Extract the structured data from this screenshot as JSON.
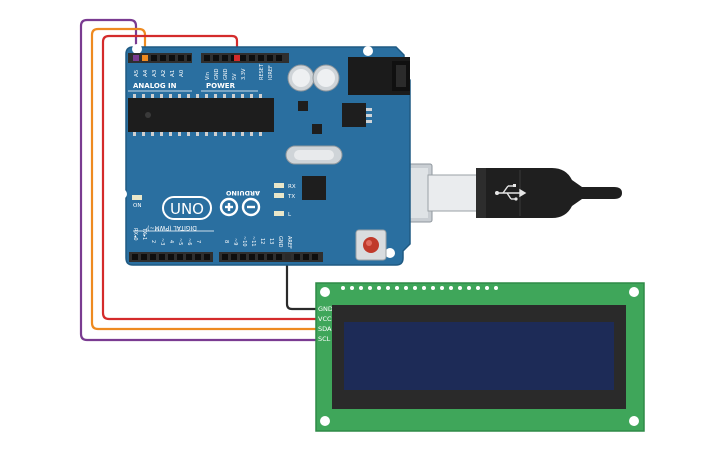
{
  "board": {
    "brand": "ARDUINO",
    "logo": "UNO",
    "on_label": "ON",
    "analog_title": "ANALOG IN",
    "power_title": "POWER",
    "digital_title": "DIGITAL (PWM~)",
    "analog_pins": [
      "A5",
      "A4",
      "A3",
      "A2",
      "A1",
      "A0"
    ],
    "power_pins": [
      "Vin",
      "GND",
      "GND",
      "5V",
      "3.3V",
      "RESET",
      "IOREF"
    ],
    "led_labels": [
      "RX",
      "TX",
      "L"
    ],
    "digital_pins_left": [
      "RX◂0",
      "TX▸1",
      "2",
      "~3",
      "4",
      "~5",
      "~6",
      "7"
    ],
    "digital_pins_right": [
      "8",
      "~9",
      "~10",
      "~11",
      "12",
      "13",
      "GND",
      "AREF"
    ]
  },
  "lcd": {
    "pins": [
      "GND",
      "VCC",
      "SDA",
      "SCL"
    ]
  },
  "colors": {
    "board": "#2a6fa0",
    "lcd_pcb": "#3fa65a",
    "lcd_screen": "#1d2b57",
    "wire_scl": "#7a3b91",
    "wire_sda": "#ee8a20",
    "wire_vcc": "#d42b2b",
    "wire_gnd": "#2a2a2a"
  },
  "icons": [
    "usb-icon",
    "infinity-plus-minus-logo-icon"
  ]
}
